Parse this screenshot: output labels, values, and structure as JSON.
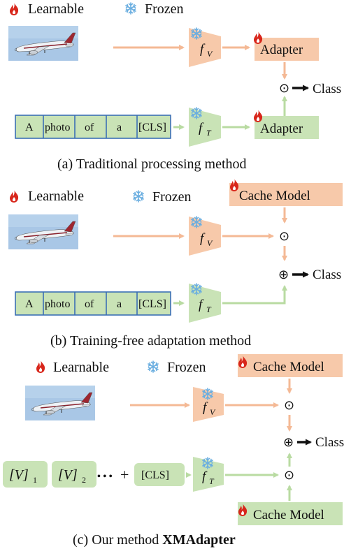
{
  "legend": {
    "learnable": "Learnable",
    "frozen": "Frozen"
  },
  "encoders": {
    "image": {
      "symbol": "f",
      "sub": "V"
    },
    "text": {
      "symbol": "f",
      "sub": "T"
    }
  },
  "prompt_tokens": [
    "A",
    "photo",
    "of",
    "a",
    "[CLS]"
  ],
  "learnable_tokens": {
    "v1": {
      "base": "[V]",
      "sub": "1"
    },
    "v2": {
      "base": "[V]",
      "sub": "2"
    },
    "dots": "• • •",
    "plus": "+",
    "cls": "[CLS]"
  },
  "modules": {
    "adapter": "Adapter",
    "cache_model": "Cache Model"
  },
  "operators": {
    "product": "⊙",
    "sum": "⊕"
  },
  "output": {
    "class": "Class"
  },
  "captions": {
    "a": "(a) Traditional processing method",
    "b": "(b) Training-free adaptation method",
    "c_prefix": "(c) Our method ",
    "c_bold": "XMAdapter"
  },
  "colors": {
    "orange_fill": "#f7c9aa",
    "green_fill": "#c9e3b6",
    "blue_border": "#3b6fb5",
    "orange_arrow": "#f4b995",
    "green_arrow": "#b9dba2",
    "flame": "#d8261b",
    "snow": "#6aaee0"
  }
}
